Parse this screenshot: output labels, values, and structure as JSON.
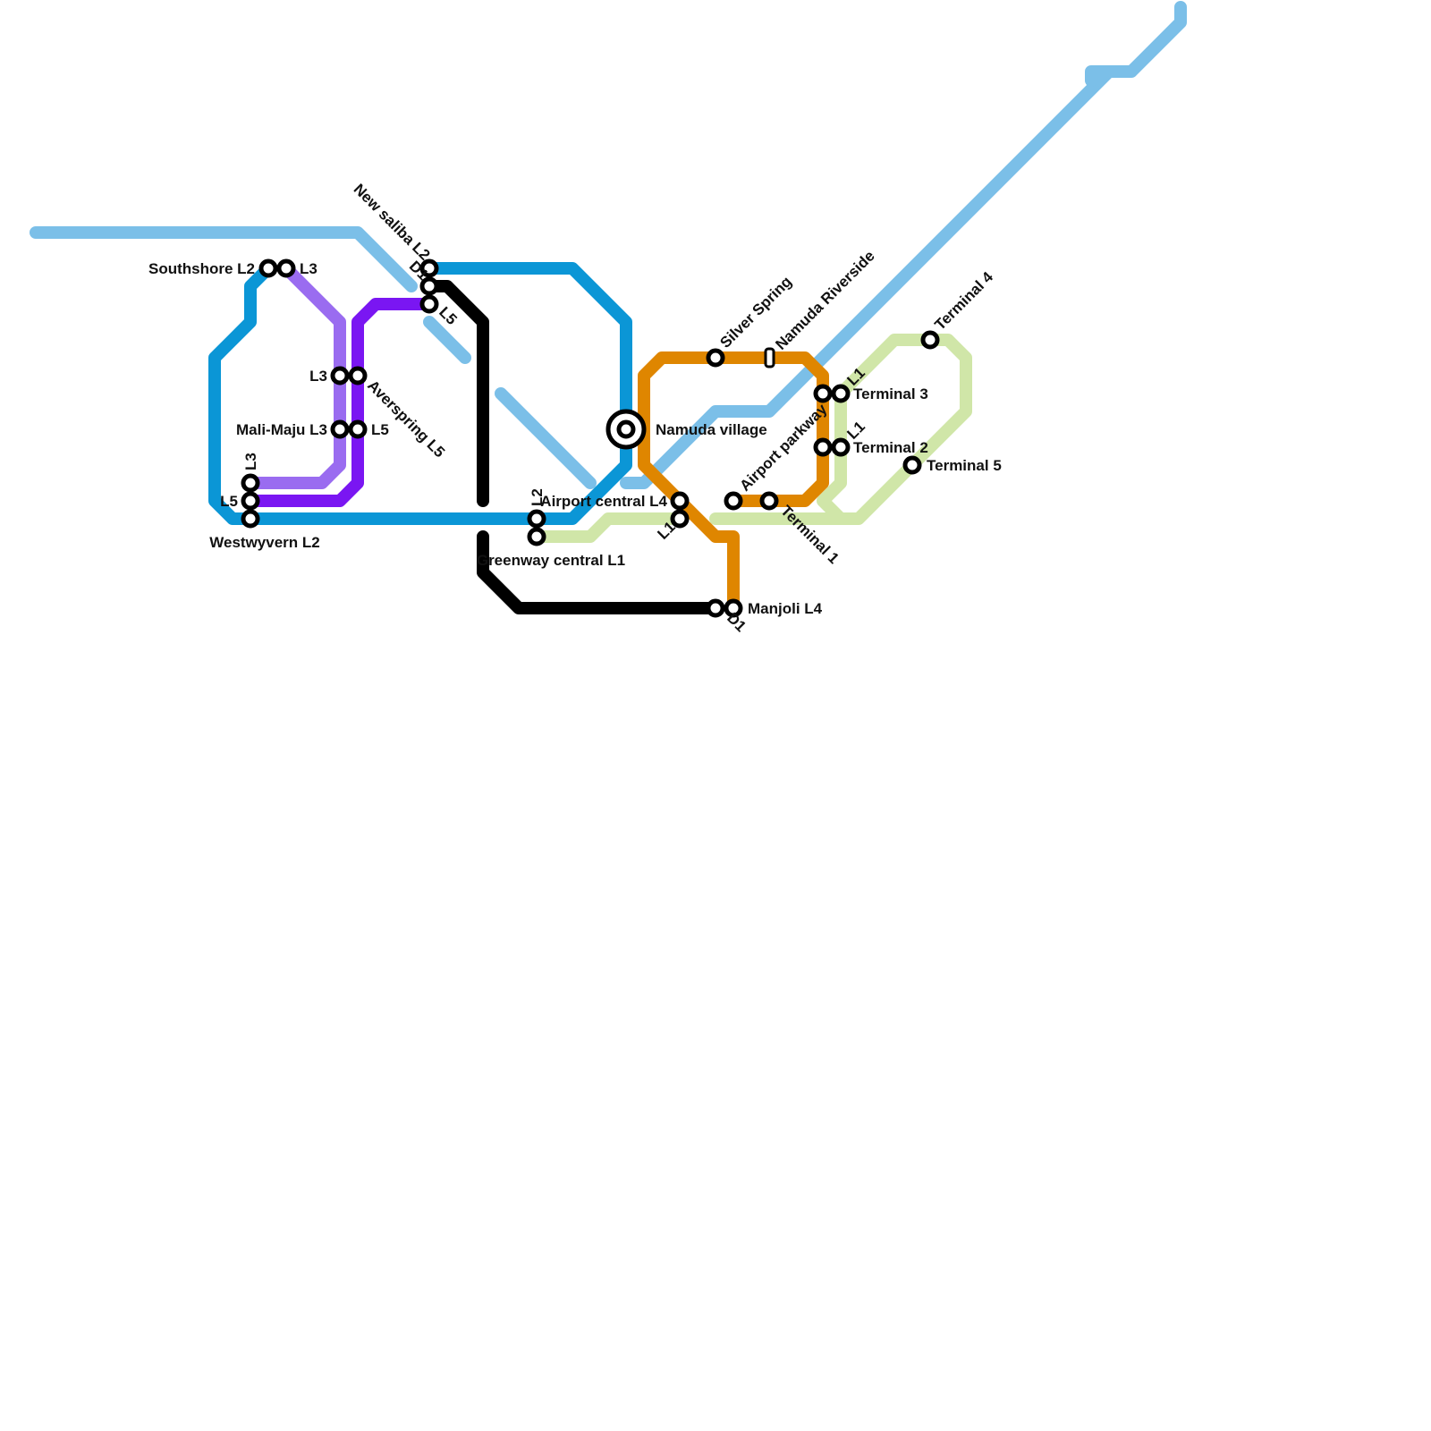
{
  "colors": {
    "sky": "#7bbfe8",
    "blue": "#0b96d6",
    "lavender": "#9a6cf0",
    "violet": "#7a16f2",
    "black": "#000000",
    "orange": "#df8600",
    "pale_green": "#d0e6a8",
    "station_fill": "#ffffff",
    "station_stroke": "#000000"
  },
  "labels": {
    "southshore": "Southshore L2",
    "southshore_l3": "L3",
    "new_saliba": "New saliba L2",
    "new_saliba_d1": "D1",
    "new_saliba_l5": "L5",
    "averspring_l3": "L3",
    "averspring": "Averspring L5",
    "mali_maju": "Mali-Maju L3",
    "mali_maju_l5": "L5",
    "westwyvern_l3": "L3",
    "westwyvern_l5": "L5",
    "westwyvern": "Westwyvern L2",
    "greenway_l2": "L2",
    "greenway": "Greenway central L1",
    "namuda_village": "Namuda village",
    "airport_central": "Airport central L4",
    "airport_central_l1": "L1",
    "silver_spring": "Silver Spring",
    "namuda_riverside": "Namuda Riverside",
    "airport_parkway": "Airport parkway",
    "terminal_1": "Terminal 1",
    "terminal_3_l1": "L1",
    "terminal_3": "Terminal 3",
    "terminal_2_l1": "L1",
    "terminal_2": "Terminal 2",
    "terminal_4": "Terminal 4",
    "terminal_5": "Terminal 5",
    "manjoli": "Manjoli L4",
    "manjoli_d1": "D1"
  }
}
